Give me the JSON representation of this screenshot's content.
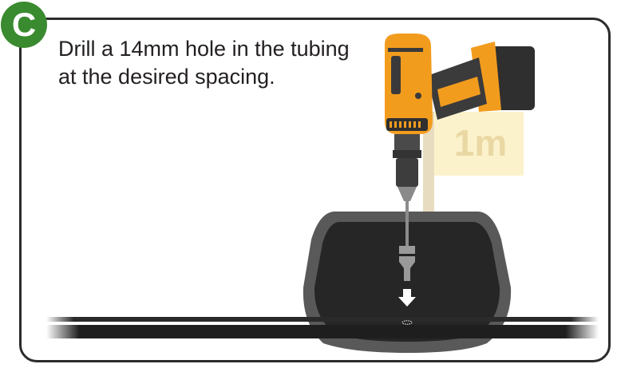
{
  "step": {
    "letter": "C"
  },
  "instruction": {
    "line1": "Drill a 14mm hole in the tubing",
    "line2": "at the desired spacing."
  },
  "spacing_marker": {
    "label": "1m"
  },
  "colors": {
    "badge": "#3a8a2f",
    "drill_body": "#f29c1e",
    "drill_dark": "#3a3a3a",
    "tubing": "#1e1e1e",
    "marker": "#fbf2cc"
  },
  "icons": [
    "drill-icon",
    "down-arrow-icon",
    "spacing-flag-icon"
  ]
}
